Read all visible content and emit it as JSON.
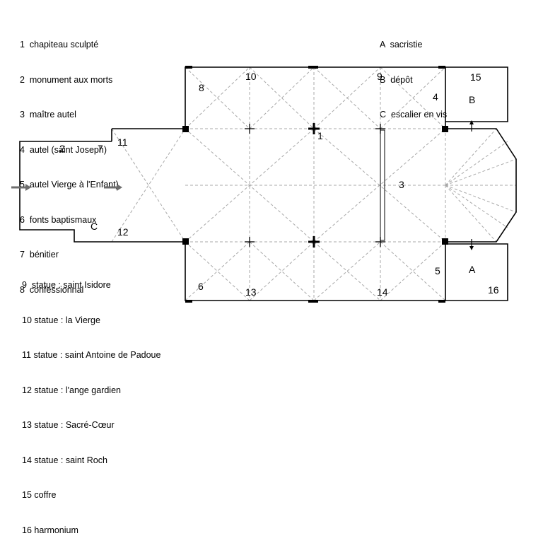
{
  "legend_left_top": [
    "1  chapiteau sculpté",
    "2  monument aux morts",
    "3  maître autel",
    "4  autel (saint Joseph)",
    "5  autel Vierge à l'Enfant)",
    "6  fonts baptismaux",
    "7  bénitier",
    "8  confessionnal"
  ],
  "legend_right_top": [
    "A  sacristie",
    "B  dépôt",
    "C  escalier en vis"
  ],
  "legend_left_bottom": [
    "9  statue : saint Isidore",
    "10 statue : la Vierge",
    "11 statue : saint Antoine de Padoue",
    "12 statue : l'ange gardien",
    "13 statue : Sacré-Cœur",
    "14 statue : saint Roch",
    "15 coffre",
    "16 harmonium"
  ],
  "plan_labels": {
    "n1": "1",
    "n2": "2",
    "n3": "3",
    "n4": "4",
    "n5": "5",
    "n6": "6",
    "n7": "7",
    "n8": "8",
    "n9": "9",
    "n10": "10",
    "n11": "11",
    "n12": "12",
    "n13": "13",
    "n14": "14",
    "n15": "15",
    "n16": "16",
    "A": "A",
    "B": "B",
    "C": "C"
  },
  "colors": {
    "wall": "#000000",
    "vault": "#a8a8a8",
    "arrow": "#6e6e6e"
  }
}
